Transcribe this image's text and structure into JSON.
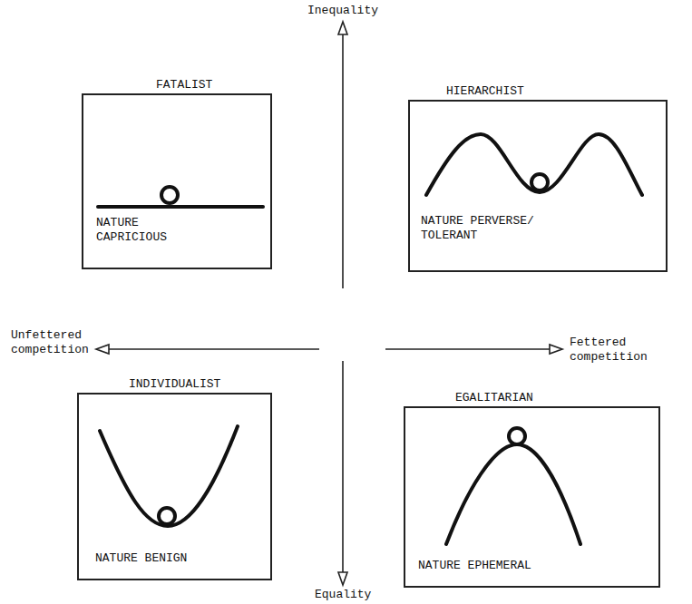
{
  "diagram": {
    "nodes": [
      {
        "text": [
          "FATALIST",
          "NATURE CAPRICIOUS"
        ]
      },
      {
        "text": [
          "HIERARCHIST",
          "NATURE PERVERSE/ TOLERANT"
        ]
      },
      {
        "text": [
          "INDIVIDUALIST",
          "NATURE BENIGN"
        ]
      },
      {
        "text": [
          "EGALITARIAN",
          "NATURE EPHEMERAL"
        ]
      }
    ],
    "labels": [
      "Inequality",
      "Unfettered competition",
      "Fettered competition",
      "Equality"
    ]
  }
}
